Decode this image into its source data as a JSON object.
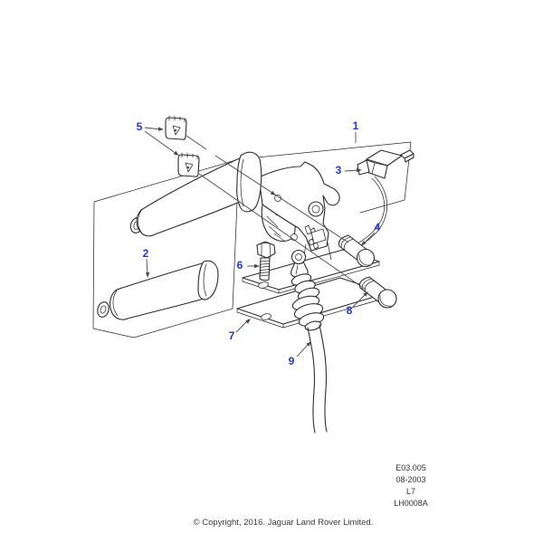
{
  "diagram": {
    "description": "Exploded parts diagram of a handbrake lever assembly",
    "callouts": {
      "c1": {
        "label": "1"
      },
      "c2": {
        "label": "2"
      },
      "c3": {
        "label": "3"
      },
      "c4": {
        "label": "4"
      },
      "c5": {
        "label": "5"
      },
      "c6": {
        "label": "6"
      },
      "c7": {
        "label": "7"
      },
      "c8": {
        "label": "8"
      },
      "c9": {
        "label": "9"
      }
    },
    "reference_block": [
      "E03.005",
      "08-2003",
      "L7",
      "LH0008A"
    ],
    "copyright": "© Copyright, 2016. Jaguar Land Rover Limited.",
    "colors": {
      "callout": "#2336c9",
      "line": "#2d2d2d",
      "leader": "#4a4a4a",
      "bg": "#ffffff"
    }
  }
}
